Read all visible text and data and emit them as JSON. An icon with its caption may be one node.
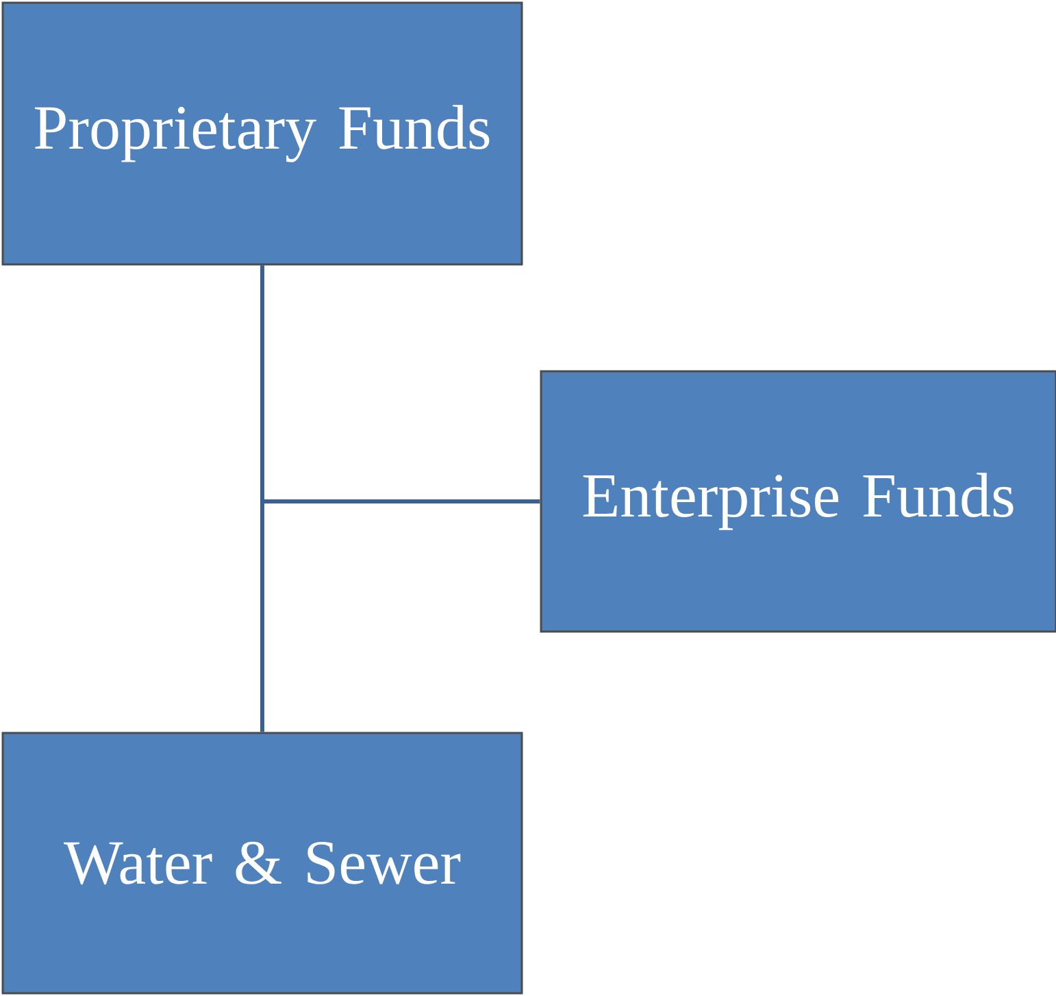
{
  "diagram": {
    "nodes": [
      {
        "text": [
          "Proprietary Funds"
        ]
      },
      {
        "text": [
          "Enterprise Funds"
        ]
      },
      {
        "text": [
          "Water & Sewer"
        ]
      }
    ],
    "edges": [
      {
        "from": 0,
        "to": 1,
        "arrow": "none"
      },
      {
        "from": 0,
        "to": 2,
        "arrow": "none"
      }
    ]
  }
}
